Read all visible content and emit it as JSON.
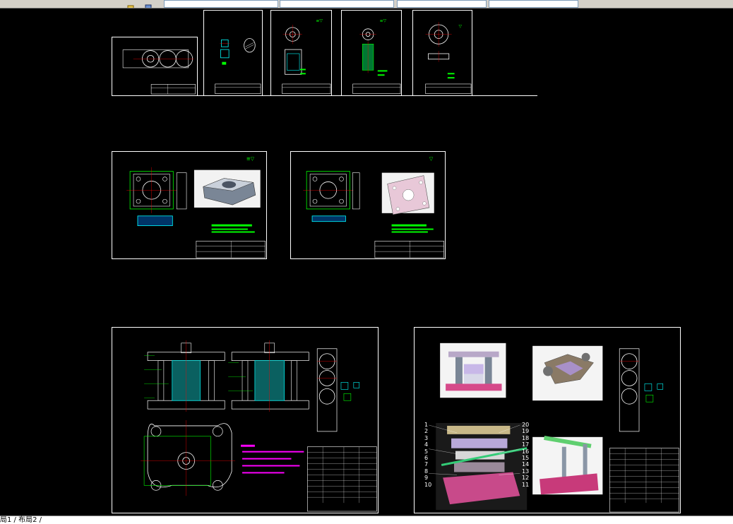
{
  "layout_tabs": "局1 / 布局2 /",
  "assembly_balloons_left": [
    "1",
    "2",
    "3",
    "4",
    "5",
    "6",
    "7",
    "8",
    "9",
    "10"
  ],
  "assembly_balloons_right": [
    "20",
    "19",
    "18",
    "17",
    "16",
    "15",
    "14",
    "13",
    "12",
    "11"
  ],
  "colors": {
    "background": "#000000",
    "frame": "#ffffff",
    "section": "#00ffff",
    "dimension": "#00ff00",
    "centerline": "#ff0000",
    "notes": "#ff00ff"
  },
  "icons": [
    "open-icon",
    "save-icon"
  ]
}
